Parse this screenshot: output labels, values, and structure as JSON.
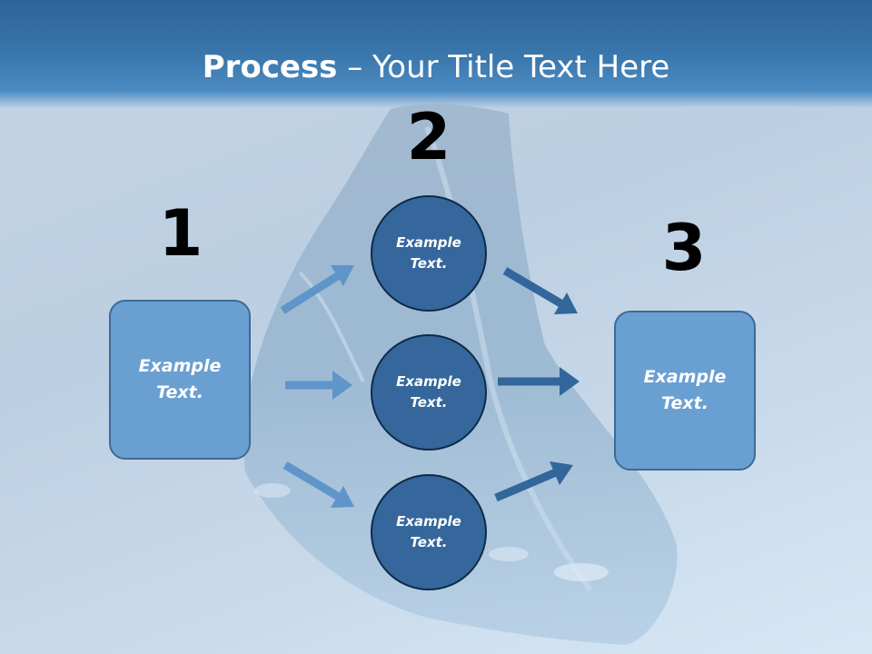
{
  "slide": {
    "title_bold": "Process",
    "title_rest": " – Your Title Text Here"
  },
  "steps": {
    "one": "1",
    "two": "2",
    "three": "3"
  },
  "nodes": {
    "left_box": {
      "line1": "Example",
      "line2": "Text."
    },
    "top_circle": {
      "line1": "Example",
      "line2": "Text."
    },
    "mid_circle": {
      "line1": "Example",
      "line2": "Text."
    },
    "bottom_circle": {
      "line1": "Example",
      "line2": "Text."
    },
    "right_box": {
      "line1": "Example",
      "line2": "Text."
    }
  },
  "colors": {
    "header": "#3a78ae",
    "box_fill": "#6a9fd1",
    "circle_fill": "#35679c",
    "arrow_light": "#5f95c9",
    "arrow_dark": "#33669a"
  }
}
